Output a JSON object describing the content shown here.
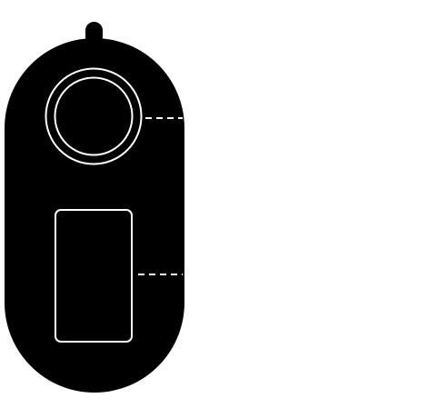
{
  "diagram": {
    "subject": "device-outline-with-lens-and-screen",
    "body_color": "#000000",
    "outline_color": "#ffffff",
    "leader_style": "dashed",
    "parts": [
      {
        "id": "lanyard-loop",
        "icon": "loop-tab"
      },
      {
        "id": "camera-lens",
        "icon": "double-ring"
      },
      {
        "id": "display-screen",
        "icon": "rounded-rectangle"
      }
    ],
    "callouts": [
      {
        "points_to": "camera-lens",
        "label": ""
      },
      {
        "points_to": "display-screen",
        "label": ""
      }
    ]
  }
}
